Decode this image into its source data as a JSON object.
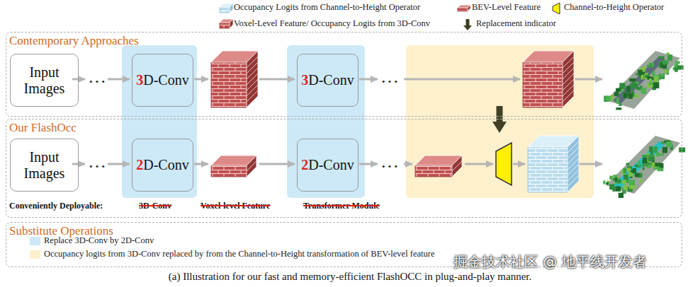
{
  "diagram": {
    "caption": "(a) Illustration for our fast and memory-efficient FlashOCC in plug-and-play manner.",
    "nodes": [
      {
        "text": [
          "Contemporary Approaches"
        ]
      },
      {
        "text": [
          "Input Images"
        ],
        "in": 0
      },
      {
        "text": [
          "3D-Conv"
        ],
        "in": 0
      },
      {
        "text": [
          "3D-Conv"
        ],
        "in": 0
      },
      {
        "text": [
          "Our FlashOcc"
        ]
      },
      {
        "text": [
          "Input Images"
        ],
        "in": 4
      },
      {
        "text": [
          "2D-Conv"
        ],
        "in": 4
      },
      {
        "text": [
          "2D-Conv"
        ],
        "in": 4
      },
      {
        "text": [
          "Substitute Operations"
        ]
      }
    ],
    "edges": [
      {
        "from": 2,
        "to": 6,
        "arrow": "to"
      },
      {
        "from": 3,
        "to": 7,
        "arrow": "to"
      }
    ],
    "labels": [
      "…",
      "…",
      "…",
      "…",
      "Conveniently Deployable:",
      "3D-Conv",
      "Voxel-level Feature",
      "Transformer Module",
      "掘金技术社区 @ 地平线开发者"
    ],
    "legend": [
      {
        "text": "Occupancy Logits from Channel-to-Height Operator"
      },
      {
        "text": "BEV-Level Feature"
      },
      {
        "text": "Channel-to-Height Operator"
      },
      {
        "text": "Voxel-Level Feature/ Occupancy Logits from 3D-Conv"
      },
      {
        "text": "Replacement indicator"
      },
      {
        "text": "Replace 3D-Conv by 2D-Conv",
        "color": "#cde9f7"
      },
      {
        "text": "Occupancy logits from 3D-Conv replaced by from the Channel-to-Height transformation of BEV-level feature",
        "color": "#fdf0cc"
      }
    ]
  }
}
